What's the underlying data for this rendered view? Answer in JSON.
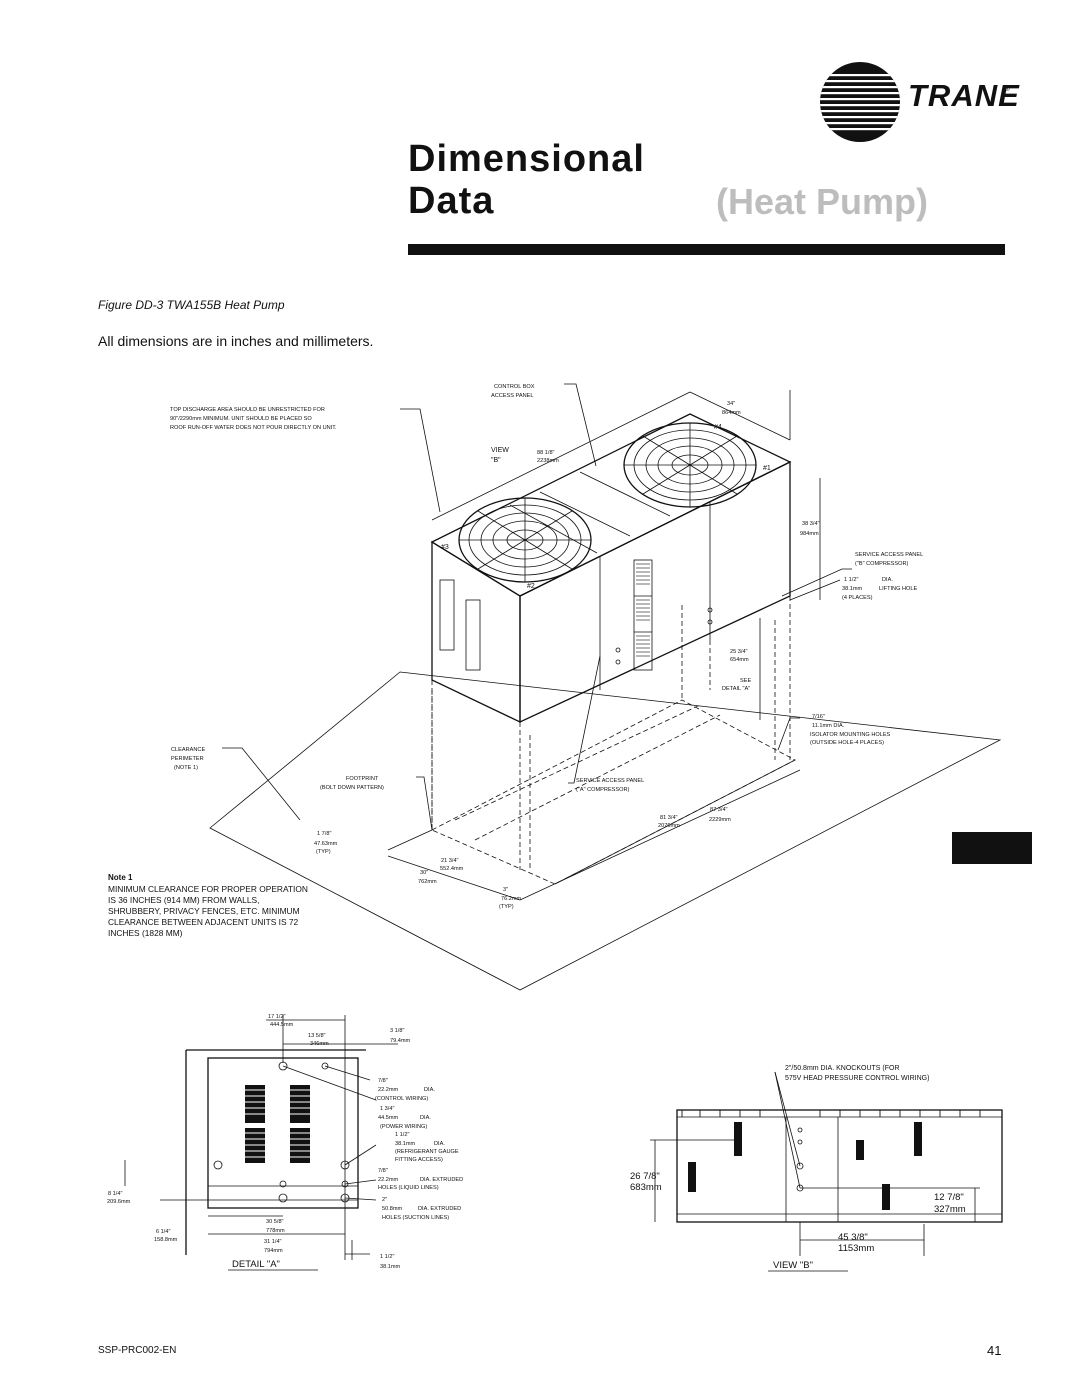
{
  "header": {
    "brand": "TRANE",
    "brand_reg": "®",
    "title_line1": "Dimensional",
    "title_line2": "Data",
    "subtitle": "(Heat Pump)"
  },
  "figure": {
    "caption": "Figure DD-3   TWA155B Heat Pump",
    "dimension_note": "All dimensions are in inches and millimeters."
  },
  "main_view": {
    "control_box": [
      "CONTROL BOX",
      "ACCESS PANEL"
    ],
    "top_discharge": [
      "TOP DISCHARGE AREA SHOULD BE UNRESTRICTED FOR",
      "90\"/2290mm MINIMUM. UNIT SHOULD BE PLACED SO",
      "ROOF RUN-OFF WATER DOES NOT POUR DIRECTLY ON UNIT."
    ],
    "view_b_ref": [
      "VIEW",
      "\"B\""
    ],
    "dim_88": [
      "88 1/8\"",
      "2238mm"
    ],
    "dim_34": [
      "34\"",
      "864mm"
    ],
    "dim_38": [
      "38 3/4\"",
      "984mm"
    ],
    "service_b": [
      "SERVICE ACCESS PANEL",
      "(\"B\" COMPRESSOR)"
    ],
    "lifting": [
      "1 1/2\"",
      "DIA.",
      "38.1mm",
      "LIFTING HOLE",
      "(4 PLACES)"
    ],
    "dim_25": [
      "25 3/4\"",
      "654mm"
    ],
    "see_detail": [
      "SEE",
      "DETAIL \"A\""
    ],
    "isolator": [
      "7/16\"",
      "11.1mm  DIA.",
      "ISOLATOR MOUNTING HOLES",
      "(OUTSIDE HOLE-4 PLACES)"
    ],
    "clearance": [
      "CLEARANCE",
      "PERIMETER",
      "(NOTE 1)"
    ],
    "footprint": [
      "FOOTPRINT",
      "(BOLT DOWN PATTERN)"
    ],
    "service_a": [
      "SERVICE ACCESS PANEL",
      "(\"A\" COMPRESSOR)"
    ],
    "dim_87": [
      "87 3/4\"",
      "2229mm"
    ],
    "dim_81": [
      "81 3/4\"",
      "2076mm"
    ],
    "dim_1_7_8": [
      "1 7/8\"",
      "47.63mm",
      "(TYP)"
    ],
    "dim_21": [
      "21 3/4\"",
      "552.4mm"
    ],
    "dim_30": [
      "30\"",
      "762mm"
    ],
    "dim_3": [
      "3\"",
      "76.2mm",
      "(TYP)"
    ],
    "fan_marks": [
      "#1",
      "#2",
      "#3",
      "#4"
    ]
  },
  "note": {
    "title": "Note 1",
    "body": "MINIMUM CLEARANCE FOR PROPER OPERATION IS 36 INCHES (914 MM) FROM WALLS, SHRUBBERY, PRIVACY FENCES, ETC. MINIMUM CLEARANCE BETWEEN ADJACENT UNITS IS 72 INCHES (1828 MM)"
  },
  "detail_a": {
    "title": "DETAIL \"A\"",
    "dim_17": [
      "17 1/2\"",
      "444.5mm"
    ],
    "dim_13": [
      "13 5/8\"",
      "346mm"
    ],
    "dim_3_1_8": [
      "3 1/8\"",
      "79.4mm"
    ],
    "control_wiring": [
      "7/8\"",
      "22.2mm",
      "DIA.",
      "(CONTROL WIRING)"
    ],
    "power_wiring": [
      "1 3/4\"",
      "44.5mm",
      "DIA.",
      "(POWER WIRING)"
    ],
    "refrigerant": [
      "1 1/2\"",
      "38.1mm",
      "DIA.",
      "(REFRIGERANT GAUGE",
      "FITTING ACCESS)"
    ],
    "liquid": [
      "7/8\"",
      "22.2mm",
      "DIA. EXTRUDED",
      "HOLES (LIQUID LINES)"
    ],
    "suction": [
      "2\"",
      "50.8mm",
      "DIA. EXTRUDED",
      "HOLES (SUCTION LINES)"
    ],
    "dim_8": [
      "8 1/4\"",
      "209.6mm"
    ],
    "dim_6": [
      "6 1/4\"",
      "158.8mm"
    ],
    "dim_30_5_8": [
      "30 5/8\"",
      "778mm"
    ],
    "dim_31": [
      "31 1/4\"",
      "794mm"
    ],
    "dim_1_1_2": [
      "1 1/2\"",
      "38.1mm"
    ]
  },
  "view_b": {
    "title": "VIEW \"B\"",
    "knockouts": [
      "2\"/50.8mm DIA. KNOCKOUTS (FOR",
      "575V HEAD PRESSURE CONTROL WIRING)"
    ],
    "dim_26": [
      "26 7/8\"",
      "683mm"
    ],
    "dim_12": [
      "12 7/8\"",
      "327mm"
    ],
    "dim_45": [
      "45 3/8\"",
      "1153mm"
    ]
  },
  "footer": {
    "doc_id": "SSP-PRC002-EN",
    "page": "41"
  },
  "icons": [
    "trane-logo-icon"
  ]
}
